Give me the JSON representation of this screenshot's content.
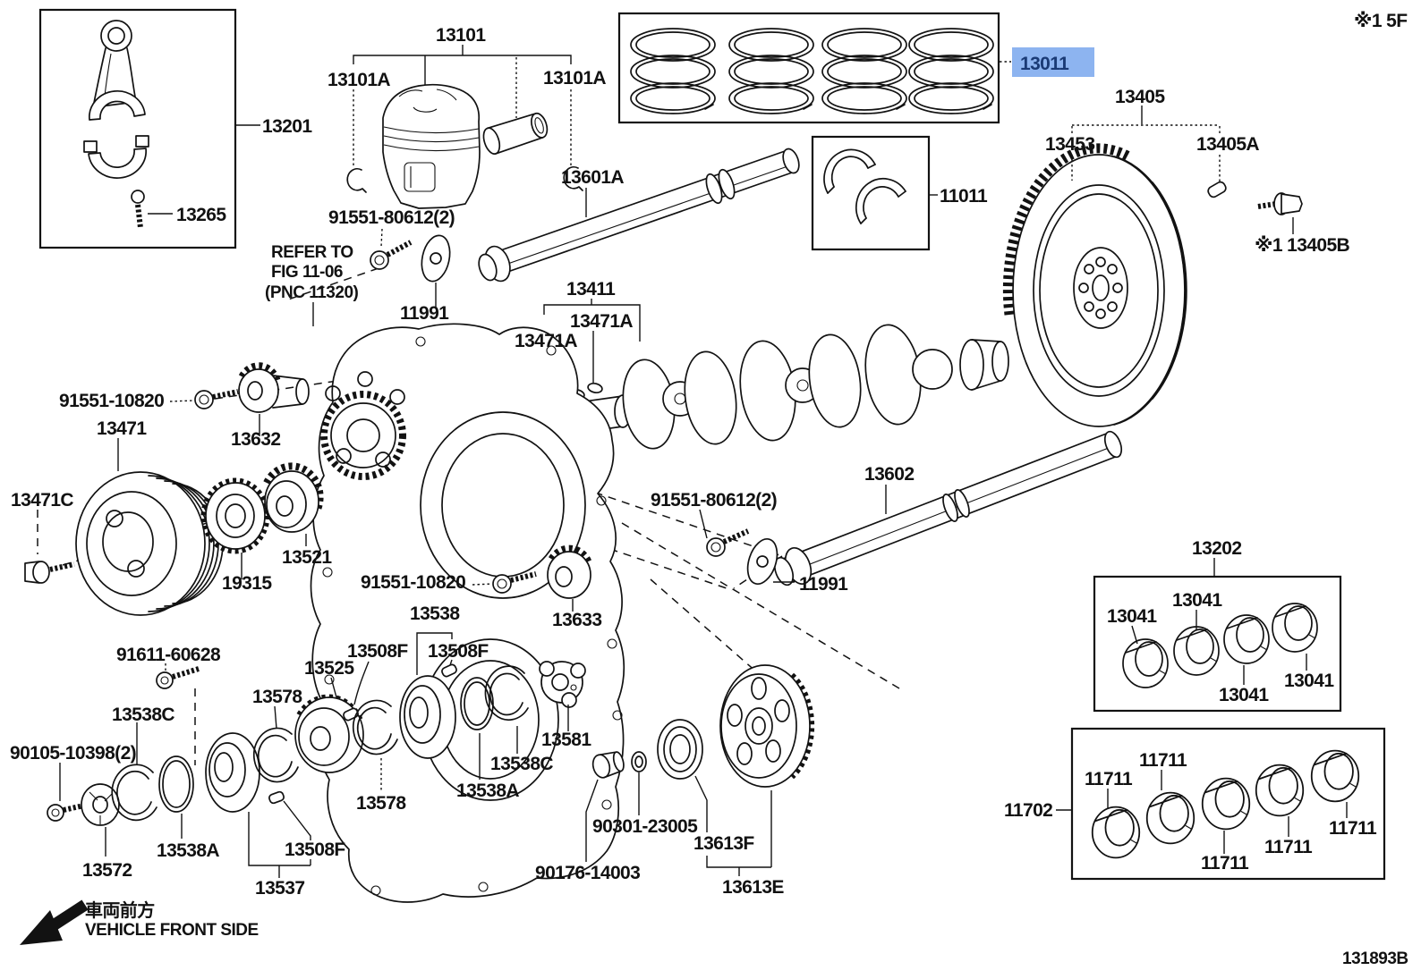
{
  "diagram": {
    "title": "Crankshaft & Piston parts diagram",
    "figure_code": "131893B",
    "note_top_right": "※1 5F",
    "highlighted_part": "13011",
    "reference_note": [
      "REFER TO",
      "FIG 11-06",
      "(PNC 11320)"
    ],
    "vehicle_front": {
      "jp": "車両前方",
      "en": "VEHICLE FRONT SIDE"
    },
    "colors": {
      "line": "#121212",
      "background": "#FFFFFF",
      "highlight_bg": "#8DB4F0",
      "highlight_fg": "#1A3A75"
    }
  },
  "labels": {
    "p13201": "13201",
    "p13265": "13265",
    "p13101": "13101",
    "p13101A_l": "13101A",
    "p13101A_r": "13101A",
    "p13011": "13011",
    "p13405": "13405",
    "p13453": "13453",
    "p13405A": "13405A",
    "p13405B": "※1 13405B",
    "p13601A": "13601A",
    "p11011": "11011",
    "p91551_80612_t": "91551-80612(2)",
    "p11991_t": "11991",
    "p13411": "13411",
    "p13471A_c": "13471A",
    "p13471A_l": "13471A",
    "p91551_10820_l": "91551-10820",
    "p13471": "13471",
    "p13632": "13632",
    "p13471C": "13471C",
    "p13521": "13521",
    "p19315": "19315",
    "p13602": "13602",
    "p91551_80612_b": "91551-80612(2)",
    "p11991_b": "11991",
    "p91551_10820_b": "91551-10820",
    "p13538": "13538",
    "p13633": "13633",
    "p13508F_a": "13508F",
    "p13508F_b": "13508F",
    "p13508F_c": "13508F",
    "p13202": "13202",
    "p13041_a": "13041",
    "p13041_b": "13041",
    "p13041_c": "13041",
    "p13041_d": "13041",
    "p91611_60628": "91611-60628",
    "p13525": "13525",
    "p13578_a": "13578",
    "p13538C_a": "13538C",
    "p90105_10398": "90105-10398(2)",
    "p13581": "13581",
    "p13538C_b": "13538C",
    "p13538A_b": "13538A",
    "p13578_b": "13578",
    "p13537": "13537",
    "p13538A_a": "13538A",
    "p13572": "13572",
    "p11702": "11702",
    "p11711_a": "11711",
    "p11711_b": "11711",
    "p11711_c": "11711",
    "p11711_d": "11711",
    "p11711_e": "11711",
    "p90301_23005": "90301-23005",
    "p90176_14003": "90176-14003",
    "p13613F": "13613F",
    "p13613E": "13613E",
    "front_jp": "車両前方",
    "front_en": "VEHICLE FRONT SIDE",
    "fig_code": "131893B",
    "note_5f": "※1 5F"
  }
}
